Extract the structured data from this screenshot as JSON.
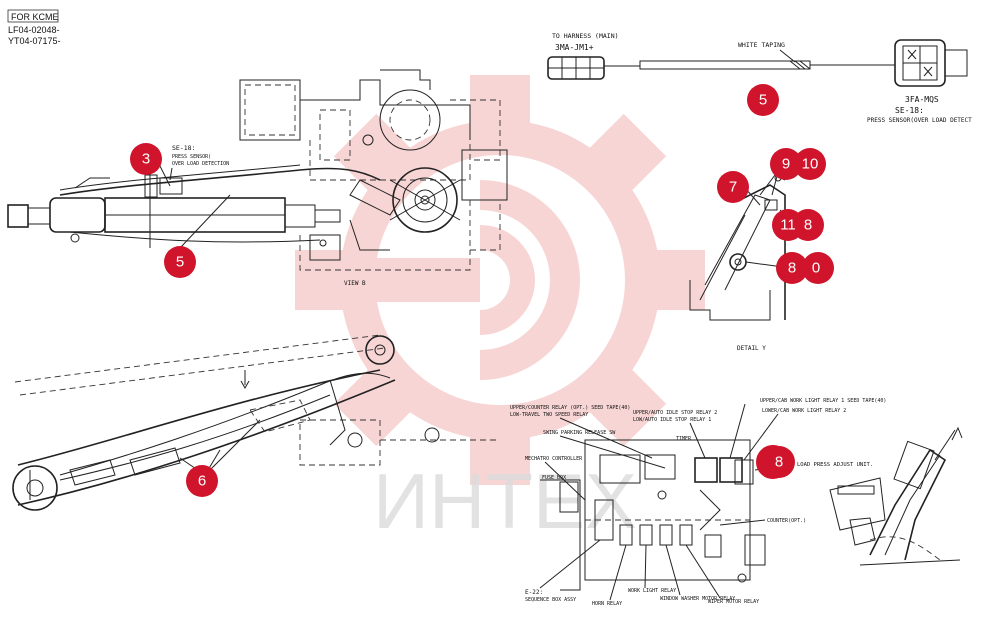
{
  "header": {
    "badge": "FOR KCME",
    "serial_1": "LF04-02048-",
    "serial_2": "YT04-07175-"
  },
  "harness": {
    "to_harness": "TO HARNESS (MAIN)",
    "connector_main": "3MA-JM1+",
    "white_taping": "WHITE TAPING",
    "connector_sensor": "3FA-MQS",
    "sensor_code": "SE-18:",
    "sensor_desc": "PRESS SENSOR(OVER LOAD DETECT"
  },
  "view_b": {
    "sensor_code": "SE-18:",
    "sensor_line1": "PRESS SENSOR(",
    "sensor_line2": "OVER LOAD DETECTION",
    "view_label": "VIEW B"
  },
  "detail": {
    "label": "DETAIL Y"
  },
  "controller": {
    "labels": [
      "UPPER/COUNTER RELAY (OPT.) SEED TAPE(40)",
      "LOW-TRAVEL TWO SPEED RELAY",
      "UPPER/AUTO IDLE STOP RELAY 2",
      "LOW/AUTO IDLE STOP RELAY 1",
      "UPPER/CAB WORK LIGHT RELAY 1 SEED TAPE(40)",
      "LOWER/CAB WORK LIGHT RELAY 2",
      "SWING PARKING RELEASE SW",
      "TIMER",
      "MECHATRO CONTROLLER",
      "FUSE BOX",
      "COUNTER(OPT.)",
      "E-22:",
      "SEQUENCE BOX ASSY",
      "HORN RELAY",
      "WORK LIGHT RELAY",
      "WINDOW WASHER MOTOR RELAY",
      "WIPER MOTOR RELAY",
      "LOAD PRESS ADJUST UNIT."
    ]
  },
  "watermark": {
    "text": "ИНТЕХ"
  },
  "callouts": [
    "3",
    "5",
    "5",
    "6",
    "7",
    "9",
    "10",
    "11",
    "8",
    "8",
    "0",
    "8"
  ],
  "colors": {
    "callout": "#d0142c",
    "watermark": "#f3b3b3",
    "line": "#222222"
  }
}
